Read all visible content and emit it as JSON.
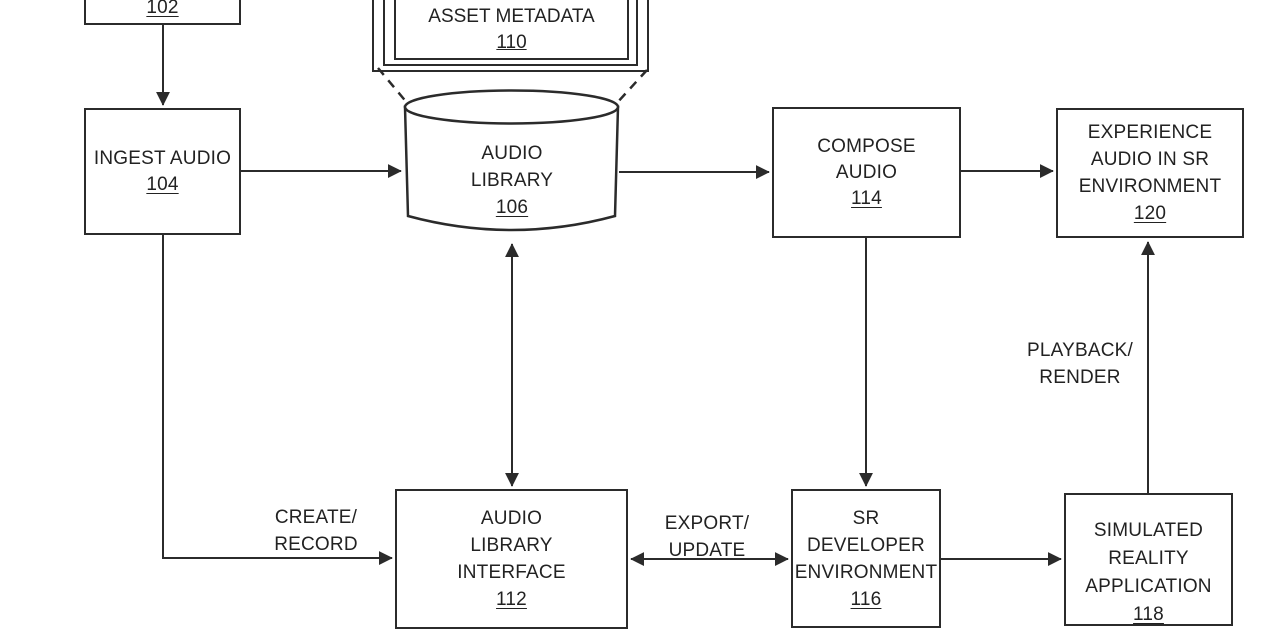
{
  "palette": {
    "ink": "#2b2b2b",
    "background": "#ffffff",
    "text": "#222222"
  },
  "diagram_type": "patent-flow-diagram",
  "nodes": {
    "input_device": {
      "number": "102"
    },
    "ingest_audio": {
      "line1": "INGEST AUDIO",
      "number": "104"
    },
    "audio_library": {
      "line1": "AUDIO",
      "line2": "LIBRARY",
      "number": "106",
      "shape": "database-cylinder"
    },
    "asset_metadata": {
      "line1": "ASSET METADATA",
      "number": "110",
      "shape": "stacked-sheets"
    },
    "compose_audio": {
      "line1": "COMPOSE",
      "line2": "AUDIO",
      "number": "114"
    },
    "experience_audio": {
      "line1": "EXPERIENCE",
      "line2": "AUDIO IN SR",
      "line3": "ENVIRONMENT",
      "number": "120"
    },
    "audio_library_interface": {
      "line1": "AUDIO",
      "line2": "LIBRARY",
      "line3": "INTERFACE",
      "number": "112"
    },
    "sr_developer_environment": {
      "line1": "SR",
      "line2": "DEVELOPER",
      "line3": "ENVIRONMENT",
      "number": "116"
    },
    "simulated_reality_application": {
      "line1": "SIMULATED",
      "line2": "REALITY",
      "line3": "APPLICATION",
      "number": "118"
    }
  },
  "edge_labels": {
    "create_record": {
      "line1": "CREATE/",
      "line2": "RECORD"
    },
    "export_update": {
      "line1": "EXPORT/",
      "line2": "UPDATE"
    },
    "playback_render": {
      "line1": "PLAYBACK/",
      "line2": "RENDER"
    }
  },
  "edges": [
    "102 -> 104",
    "104 -> 106",
    "106 -> 114",
    "114 -> 120",
    "106 <-> 112",
    "114 -> 116",
    "104 -> 112 (CREATE/RECORD)",
    "112 <-> 116 (EXPORT/UPDATE)",
    "116 -> 118",
    "118 -> 120 (PLAYBACK/RENDER)",
    "110 .. 106 (dashed callout)"
  ]
}
